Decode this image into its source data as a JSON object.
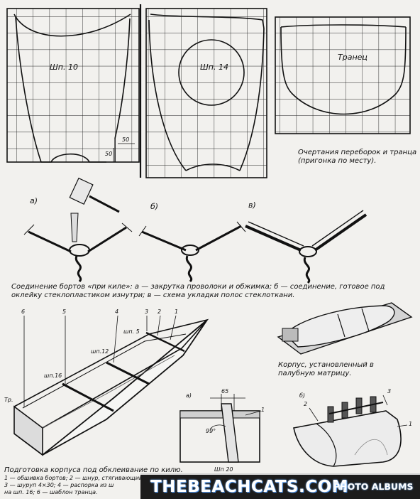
{
  "frames": {
    "frame10_label": "Шп. 10",
    "frame10_dim_50a": "50",
    "frame10_dim_50b": "50",
    "frame14_label": "Шп. 14",
    "transom_label": "Транец",
    "caption": "Очертания переборок и транца (пригонка по месту)."
  },
  "joints": {
    "label_a": "а)",
    "label_b": "б)",
    "label_c": "в)",
    "caption": "Соединение бортов «при киле»: а — закрутка проволоки и обжимка; б — соединение, готовое под оклейку стеклопластиком изнутри; в — схема укладки полос стеклоткани."
  },
  "hull": {
    "num_labels": [
      "6",
      "5",
      "4",
      "3",
      "2",
      "1"
    ],
    "sp5": "шп. 5",
    "sp12": "шп.12",
    "sp16": "шп.16",
    "tr": "Тр."
  },
  "matrix": {
    "caption": "Корпус, установленный в палубную матрицу."
  },
  "detail_a": {
    "label": "а)",
    "dim": "65",
    "angle": "99°",
    "callout": "1",
    "sp20": "Шп 20"
  },
  "detail_b": {
    "label": "б)",
    "callout_1": "1",
    "callout_2": "2",
    "callout_3": "3"
  },
  "bottom_caption": {
    "title": "Подготовка корпуса под обклеивание по килю.",
    "line1": "1 — обшивка бортов; 2 — шнур, стягивающий",
    "line2": "3 — шуруп 4×30; 4 — распорка из ш",
    "line3": "на шп. 16; 6 — шаблон транца."
  },
  "watermark": {
    "main": "THEBEACHCATS.COM",
    "sub": "PHOTO ALBUMS"
  }
}
